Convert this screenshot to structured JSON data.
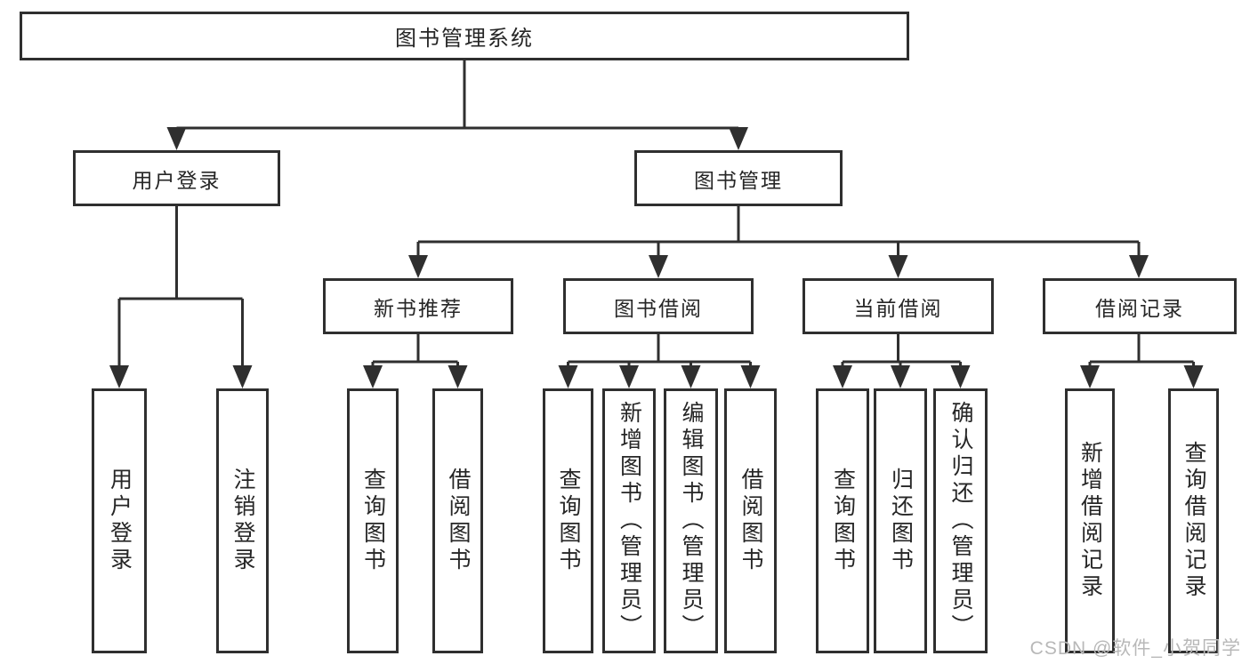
{
  "colors": {
    "line": "#2f2f2f",
    "text": "#262626",
    "background": "#ffffff",
    "watermark": "#b8b8b8"
  },
  "watermark": {
    "text": "CSDN @软件_小贺同学"
  },
  "tree": {
    "label": "图书管理系统",
    "children": [
      {
        "label": "用户登录",
        "children": [
          {
            "label": "用户登录"
          },
          {
            "label": "注销登录"
          }
        ]
      },
      {
        "label": "图书管理",
        "children": [
          {
            "label": "新书推荐",
            "children": [
              {
                "label": "查询图书"
              },
              {
                "label": "借阅图书"
              }
            ]
          },
          {
            "label": "图书借阅",
            "children": [
              {
                "label": "查询图书"
              },
              {
                "label": "新增图书（管理员）"
              },
              {
                "label": "编辑图书（管理员）"
              },
              {
                "label": "借阅图书"
              }
            ]
          },
          {
            "label": "当前借阅",
            "children": [
              {
                "label": "查询图书"
              },
              {
                "label": "归还图书"
              },
              {
                "label": "确认归还（管理员）"
              }
            ]
          },
          {
            "label": "借阅记录",
            "children": [
              {
                "label": "新增借阅记录"
              },
              {
                "label": "查询借阅记录"
              }
            ]
          }
        ]
      }
    ]
  }
}
